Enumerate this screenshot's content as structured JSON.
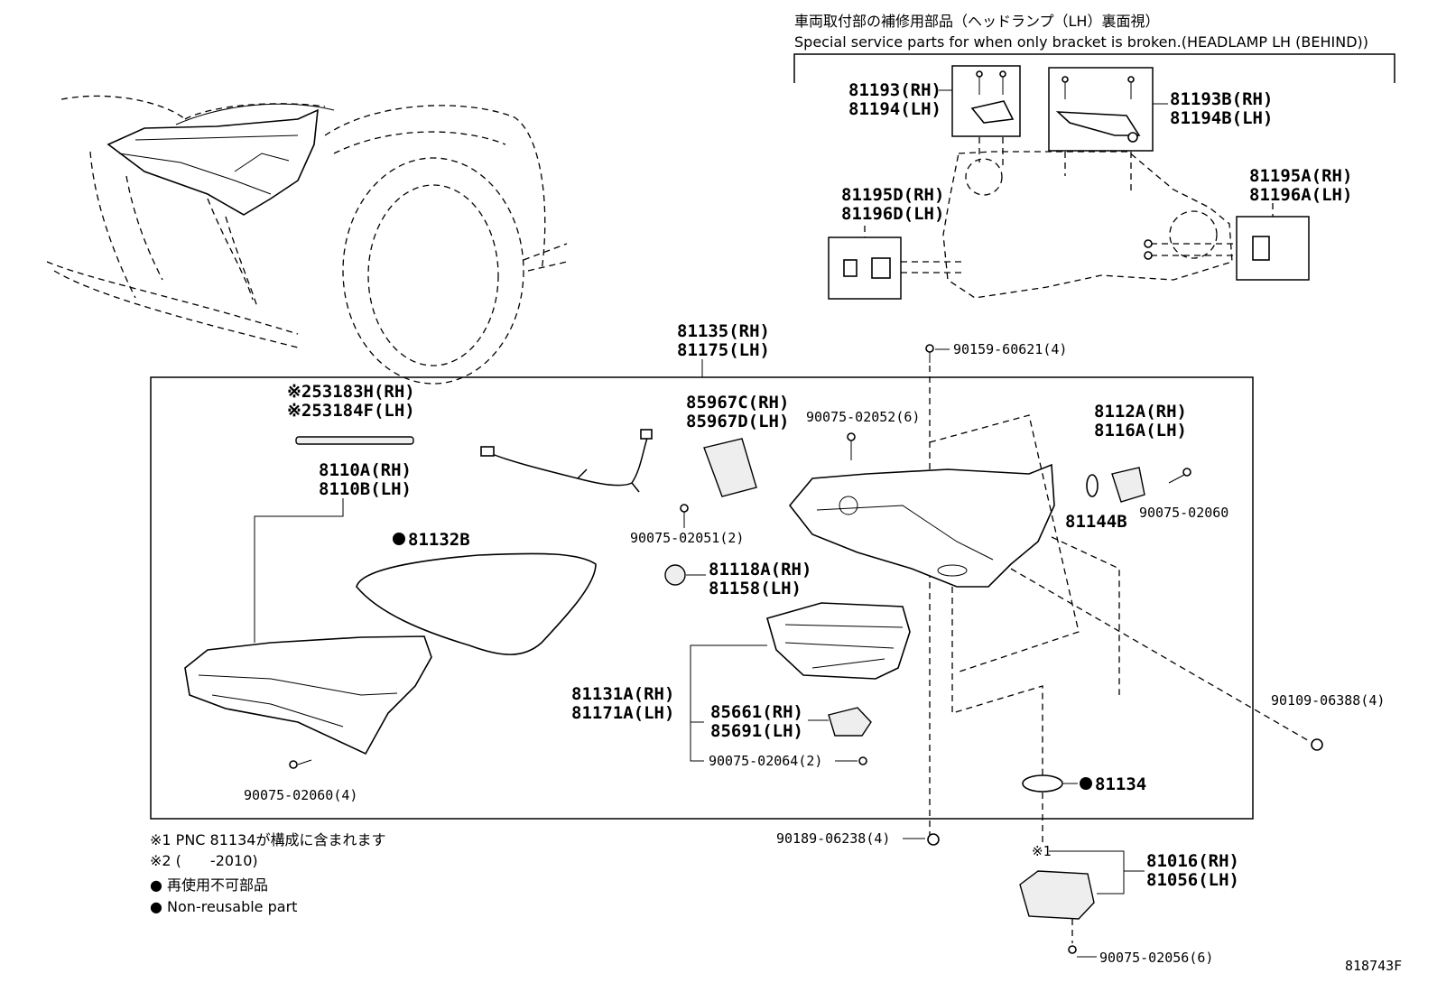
{
  "header": {
    "jp_title": "車両取付部の補修用部品（ヘッドランプ（LH）裏面視）",
    "en_title": "Special service parts for when only bracket is broken.(HEADLAMP LH (BEHIND))"
  },
  "labels": {
    "p81193": "81193(RH)",
    "p81194": "81194(LH)",
    "p81193b": "81193B(RH)",
    "p81194b": "81194B(LH)",
    "p81195d": "81195D(RH)",
    "p81196d": "81196D(LH)",
    "p81195a": "81195A(RH)",
    "p81196a": "81196A(LH)",
    "p81135": "81135(RH)",
    "p81175": "81175(LH)",
    "s90159": "90159-60621(4)",
    "p53183h": "※253183H(RH)",
    "p53184f": "※253184F(LH)",
    "p85967c": "85967C(RH)",
    "p85967d": "85967D(LH)",
    "s90075_02052": "90075-02052(6)",
    "p8112a": "8112A(RH)",
    "p8116a": "8116A(LH)",
    "p8110a": "8110A(RH)",
    "p8110b": "8110B(LH)",
    "p81132b": "81132B",
    "s90075_02051": "90075-02051(2)",
    "p81144b": "81144B",
    "s90075_02060r": "90075-02060",
    "p81118a": "81118A(RH)",
    "p81158": "81158(LH)",
    "p81131a": "81131A(RH)",
    "p81171a": "81171A(LH)",
    "p85661": "85661(RH)",
    "p85691": "85691(LH)",
    "s90075_02064": "90075-02064(2)",
    "s90109": "90109-06388(4)",
    "s90075_02060l": "90075-02060(4)",
    "p81134": "81134",
    "s90189": "90189-06238(4)",
    "mark1": "※1",
    "p81016": "81016(RH)",
    "p81056": "81056(LH)",
    "s90075_02056": "90075-02056(6)",
    "diagram_id": "818743F"
  },
  "notes": {
    "n1": "※1 PNC 81134が構成に含まれます",
    "n2": "※2 (　　-2010)",
    "n3": "● 再使用不可部品",
    "n4": "● Non-reusable part"
  }
}
